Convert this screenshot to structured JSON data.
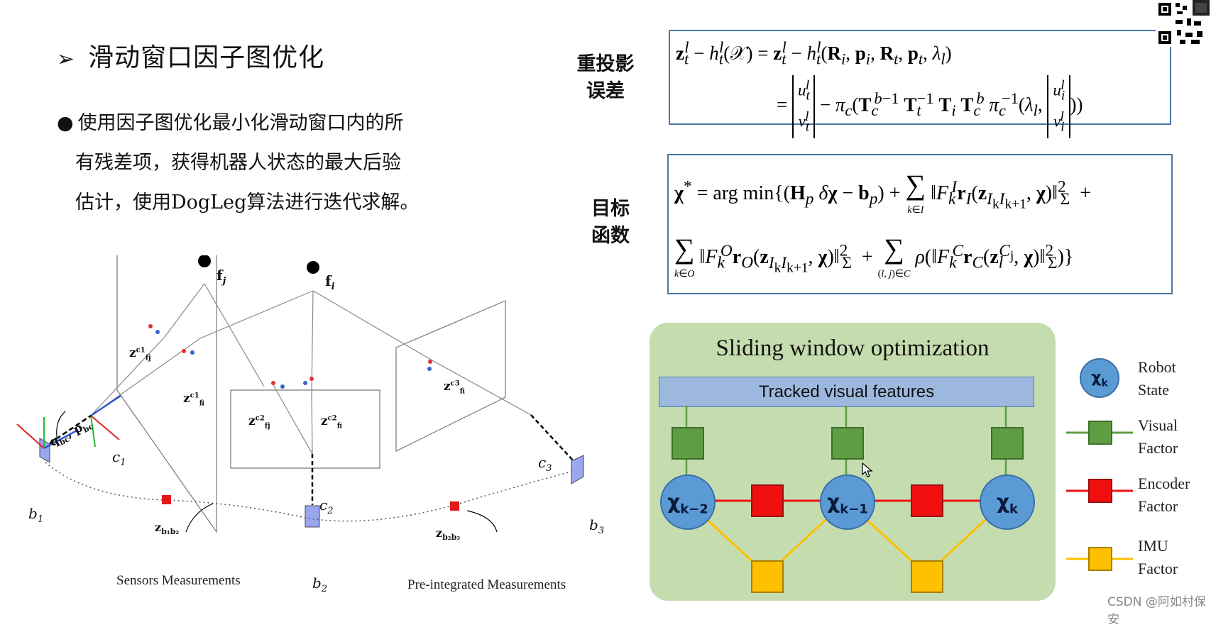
{
  "slide": {
    "title": "滑动窗口因子图优化",
    "title_arrow": "➢",
    "bullet_symbol": "●",
    "bullet_lines": [
      "使用因子图优化最小化滑动窗口内的所",
      "有残差项，获得机器人状态的最大后验",
      "估计，使用DogLeg算法进行迭代求解。"
    ]
  },
  "formulas": {
    "reprojection_label_1": "重投影",
    "reprojection_label_2": "误差",
    "objective_label_1": "目标",
    "objective_label_2": "函数"
  },
  "diagram3d": {
    "labels": {
      "fj": "f",
      "fj_sub": "j",
      "fi": "f",
      "fi_sub": "i",
      "c1": "c",
      "c1_sub": "1",
      "c2": "c",
      "c2_sub": "2",
      "c3": "c",
      "c3_sub": "3",
      "b1": "b",
      "b1_sub": "1",
      "b2": "b",
      "b2_sub": "2",
      "b3": "b",
      "b3_sub": "3",
      "qbc": "q",
      "qbc_sub": "bc",
      "pbc": "p",
      "pbc_sub": "bc",
      "z_fj_c1": "z",
      "z_fi_c1": "z",
      "z_fj_c2": "z",
      "z_fi_c2": "z",
      "z_fi_c3": "z",
      "z_b1b2": "z",
      "z_b1b2_sub": "b₁b₂",
      "z_b2b3": "z",
      "z_b2b3_sub": "b₂b₃"
    },
    "captions": {
      "sensors": "Sensors Measurements",
      "preintegrated": "Pre-integrated Measurements"
    }
  },
  "sliding_window": {
    "title": "Sliding window optimization",
    "tracked_features": "Tracked visual features",
    "nodes": [
      {
        "symbol": "χ",
        "sub": "k−2"
      },
      {
        "symbol": "χ",
        "sub": "k−1"
      },
      {
        "symbol": "χ",
        "sub": "k"
      }
    ],
    "legend": {
      "robot_state_symbol": "χ",
      "robot_state_sub": "k",
      "robot_state_1": "Robot",
      "robot_state_2": "State",
      "visual_1": "Visual",
      "visual_2": "Factor",
      "encoder_1": "Encoder",
      "encoder_2": "Factor",
      "imu_1": "IMU",
      "imu_2": "Factor"
    },
    "colors": {
      "panel": "#c5dcaf",
      "node": "#5b9bd5",
      "visual": "#5f9c44",
      "encoder": "#f01010",
      "imu": "#ffc000",
      "bar": "#9cb8de"
    }
  },
  "watermark": "CSDN @阿如村保安"
}
